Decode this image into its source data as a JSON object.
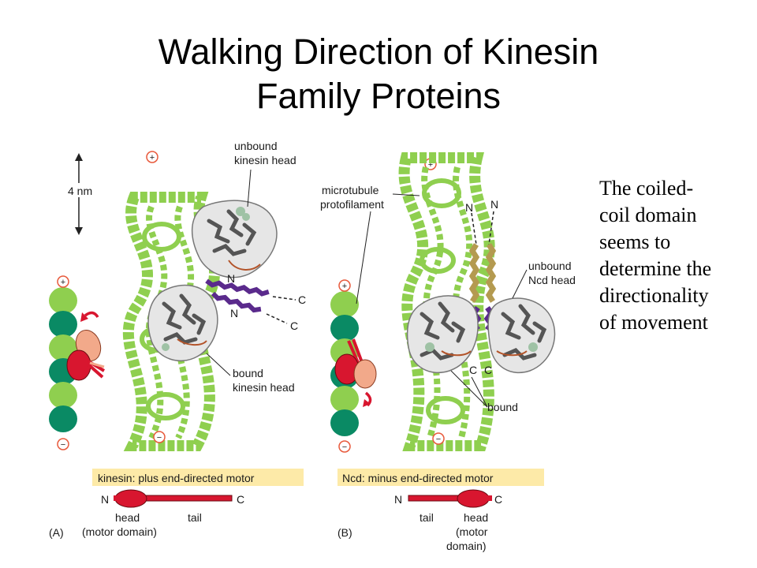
{
  "title": {
    "line1": "Walking Direction of Kinesin",
    "line2": "Family Proteins"
  },
  "side_note": {
    "lines": [
      "The coiled-",
      "coil domain",
      "seems to",
      "determine the",
      "directionality",
      "of movement"
    ]
  },
  "panel_a": {
    "scale_label": "4 nm",
    "unbound_label": [
      "unbound",
      "kinesin head"
    ],
    "bound_label": [
      "bound",
      "kinesin head"
    ],
    "n_label": "N",
    "c_label": "C",
    "plus": "+",
    "minus": "−",
    "box_label": "kinesin: plus end-directed motor",
    "head_label": [
      "head",
      "(motor domain)"
    ],
    "tail_label": "tail",
    "panel_letter": "(A)"
  },
  "panel_b": {
    "protofilament_label": [
      "microtubule",
      "protofilament"
    ],
    "unbound_label": [
      "unbound",
      "Ncd head"
    ],
    "bound_label": "bound",
    "n_label": "N",
    "c_label": "C",
    "plus": "+",
    "minus": "−",
    "box_label": "Ncd: minus end-directed motor",
    "tail_label": "tail",
    "head_label": [
      "head",
      "(motor",
      "domain)"
    ],
    "panel_letter": "(B)"
  },
  "colors": {
    "microtubule_light": "#8fcf4f",
    "microtubule_dark": "#0a8a64",
    "motor_red": "#d8162f",
    "motor_peach": "#f2a98a",
    "coil_purple": "#5a2a8c",
    "coil_gold": "#b49a50",
    "label_box": "#fdeaa8",
    "plus_minus": "#e8593b"
  }
}
